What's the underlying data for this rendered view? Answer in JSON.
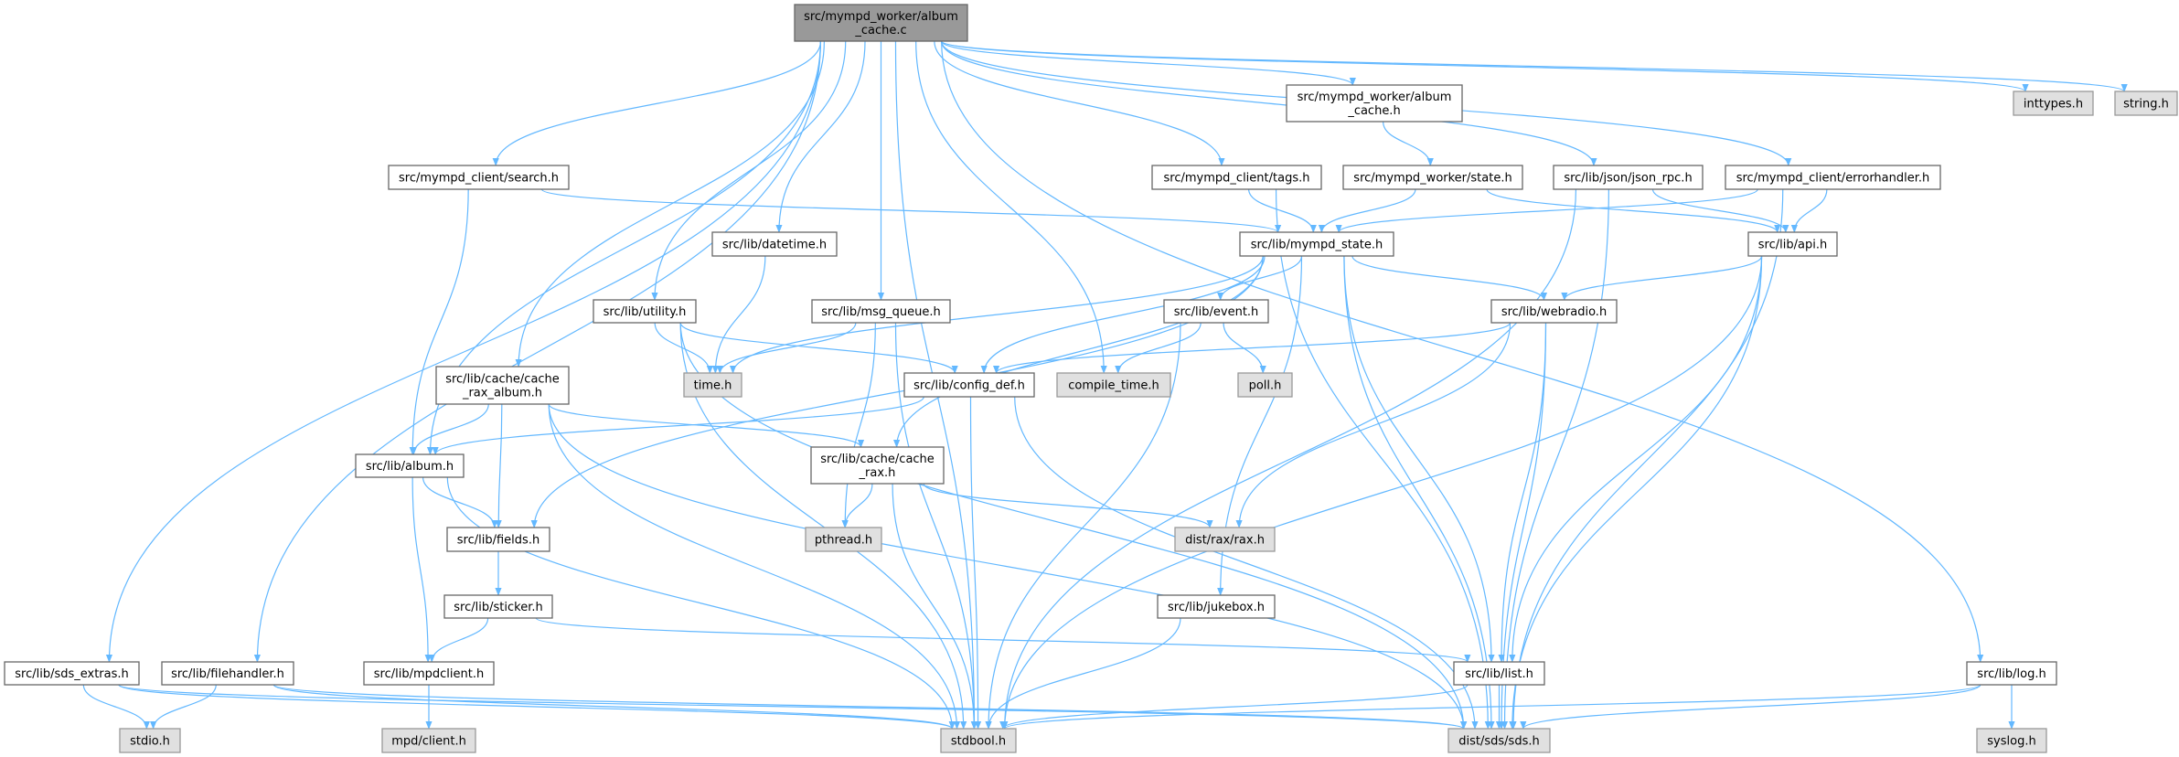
{
  "graph": {
    "title": "src/mympd_worker/album_cache.c include dependency graph",
    "colors": {
      "edge": "#63b8ff",
      "root_fill": "#999999",
      "root_border": "#666666",
      "node_fill": "#ffffff",
      "node_border": "#666666",
      "external_fill": "#e0e0e0",
      "external_border": "#999999"
    },
    "nodes": {
      "main": {
        "lines": [
          "src/mympd_worker/album",
          "_cache.c"
        ],
        "kind": "root"
      },
      "album_cache_h": {
        "lines": [
          "src/mympd_worker/album",
          "_cache.h"
        ],
        "kind": "file"
      },
      "inttypes": {
        "lines": [
          "inttypes.h"
        ],
        "kind": "external"
      },
      "string": {
        "lines": [
          "string.h"
        ],
        "kind": "external"
      },
      "search": {
        "lines": [
          "src/mympd_client/search.h"
        ],
        "kind": "file"
      },
      "tags": {
        "lines": [
          "src/mympd_client/tags.h"
        ],
        "kind": "file"
      },
      "wstate": {
        "lines": [
          "src/mympd_worker/state.h"
        ],
        "kind": "file"
      },
      "jsonrpc": {
        "lines": [
          "src/lib/json/json_rpc.h"
        ],
        "kind": "file"
      },
      "errh": {
        "lines": [
          "src/mympd_client/errorhandler.h"
        ],
        "kind": "file"
      },
      "datetime": {
        "lines": [
          "src/lib/datetime.h"
        ],
        "kind": "file"
      },
      "mstate": {
        "lines": [
          "src/lib/mympd_state.h"
        ],
        "kind": "file"
      },
      "api": {
        "lines": [
          "src/lib/api.h"
        ],
        "kind": "file"
      },
      "utility": {
        "lines": [
          "src/lib/utility.h"
        ],
        "kind": "file"
      },
      "msgq": {
        "lines": [
          "src/lib/msg_queue.h"
        ],
        "kind": "file"
      },
      "event": {
        "lines": [
          "src/lib/event.h"
        ],
        "kind": "file"
      },
      "webradio": {
        "lines": [
          "src/lib/webradio.h"
        ],
        "kind": "file"
      },
      "cra": {
        "lines": [
          "src/lib/cache/cache",
          "_rax_album.h"
        ],
        "kind": "file"
      },
      "time": {
        "lines": [
          "time.h"
        ],
        "kind": "external"
      },
      "config": {
        "lines": [
          "src/lib/config_def.h"
        ],
        "kind": "file"
      },
      "compile": {
        "lines": [
          "compile_time.h"
        ],
        "kind": "external"
      },
      "poll": {
        "lines": [
          "poll.h"
        ],
        "kind": "external"
      },
      "album": {
        "lines": [
          "src/lib/album.h"
        ],
        "kind": "file"
      },
      "crax": {
        "lines": [
          "src/lib/cache/cache",
          "_rax.h"
        ],
        "kind": "file"
      },
      "fields": {
        "lines": [
          "src/lib/fields.h"
        ],
        "kind": "file"
      },
      "pthread": {
        "lines": [
          "pthread.h"
        ],
        "kind": "external"
      },
      "rax": {
        "lines": [
          "dist/rax/rax.h"
        ],
        "kind": "external"
      },
      "sticker": {
        "lines": [
          "src/lib/sticker.h"
        ],
        "kind": "file"
      },
      "jukebox": {
        "lines": [
          "src/lib/jukebox.h"
        ],
        "kind": "file"
      },
      "sdsx": {
        "lines": [
          "src/lib/sds_extras.h"
        ],
        "kind": "file"
      },
      "fileh": {
        "lines": [
          "src/lib/filehandler.h"
        ],
        "kind": "file"
      },
      "mpdc": {
        "lines": [
          "src/lib/mpdclient.h"
        ],
        "kind": "file"
      },
      "list": {
        "lines": [
          "src/lib/list.h"
        ],
        "kind": "file"
      },
      "log": {
        "lines": [
          "src/lib/log.h"
        ],
        "kind": "file"
      },
      "stdio": {
        "lines": [
          "stdio.h"
        ],
        "kind": "external"
      },
      "mpdclient_ext": {
        "lines": [
          "mpd/client.h"
        ],
        "kind": "external"
      },
      "stdbool": {
        "lines": [
          "stdbool.h"
        ],
        "kind": "external"
      },
      "sds": {
        "lines": [
          "dist/sds/sds.h"
        ],
        "kind": "external"
      },
      "syslog": {
        "lines": [
          "syslog.h"
        ],
        "kind": "external"
      }
    },
    "edges": [
      [
        "main",
        "album_cache_h"
      ],
      [
        "main",
        "search"
      ],
      [
        "main",
        "datetime"
      ],
      [
        "main",
        "utility"
      ],
      [
        "main",
        "msgq"
      ],
      [
        "main",
        "cra"
      ],
      [
        "main",
        "tags"
      ],
      [
        "main",
        "jsonrpc"
      ],
      [
        "main",
        "errh"
      ],
      [
        "main",
        "compile"
      ],
      [
        "main",
        "inttypes"
      ],
      [
        "main",
        "string"
      ],
      [
        "main",
        "log"
      ],
      [
        "main",
        "sdsx"
      ],
      [
        "main",
        "fileh"
      ],
      [
        "main",
        "stdbool"
      ],
      [
        "main",
        "album"
      ],
      [
        "album_cache_h",
        "wstate"
      ],
      [
        "search",
        "album"
      ],
      [
        "search",
        "mstate"
      ],
      [
        "tags",
        "mstate"
      ],
      [
        "tags",
        "sds"
      ],
      [
        "wstate",
        "mstate"
      ],
      [
        "wstate",
        "api"
      ],
      [
        "jsonrpc",
        "api"
      ],
      [
        "jsonrpc",
        "sds"
      ],
      [
        "jsonrpc",
        "stdbool"
      ],
      [
        "errh",
        "mstate"
      ],
      [
        "errh",
        "api"
      ],
      [
        "errh",
        "sds"
      ],
      [
        "datetime",
        "time"
      ],
      [
        "mstate",
        "time"
      ],
      [
        "mstate",
        "config"
      ],
      [
        "mstate",
        "fields"
      ],
      [
        "mstate",
        "crax"
      ],
      [
        "mstate",
        "event"
      ],
      [
        "mstate",
        "webradio"
      ],
      [
        "mstate",
        "jukebox"
      ],
      [
        "mstate",
        "list"
      ],
      [
        "mstate",
        "sds"
      ],
      [
        "api",
        "webradio"
      ],
      [
        "api",
        "list"
      ],
      [
        "api",
        "sds"
      ],
      [
        "api",
        "stdbool"
      ],
      [
        "utility",
        "time"
      ],
      [
        "utility",
        "config"
      ],
      [
        "utility",
        "stdbool"
      ],
      [
        "utility",
        "sds"
      ],
      [
        "msgq",
        "time"
      ],
      [
        "msgq",
        "pthread"
      ],
      [
        "msgq",
        "stdbool"
      ],
      [
        "event",
        "compile"
      ],
      [
        "event",
        "poll"
      ],
      [
        "event",
        "stdbool"
      ],
      [
        "webradio",
        "config"
      ],
      [
        "webradio",
        "rax"
      ],
      [
        "webradio",
        "list"
      ],
      [
        "webradio",
        "sds"
      ],
      [
        "cra",
        "album"
      ],
      [
        "cra",
        "fields"
      ],
      [
        "cra",
        "crax"
      ],
      [
        "cra",
        "stdbool"
      ],
      [
        "cra",
        "sds"
      ],
      [
        "config",
        "album"
      ],
      [
        "config",
        "stdbool"
      ],
      [
        "config",
        "sds"
      ],
      [
        "crax",
        "pthread"
      ],
      [
        "crax",
        "rax"
      ],
      [
        "crax",
        "stdbool"
      ],
      [
        "album",
        "fields"
      ],
      [
        "album",
        "mpdc"
      ],
      [
        "album",
        "stdbool"
      ],
      [
        "fields",
        "sticker"
      ],
      [
        "sticker",
        "mpdc"
      ],
      [
        "sticker",
        "list"
      ],
      [
        "mpdc",
        "mpdclient_ext"
      ],
      [
        "jukebox",
        "stdbool"
      ],
      [
        "list",
        "stdbool"
      ],
      [
        "list",
        "sds"
      ],
      [
        "log",
        "syslog"
      ],
      [
        "log",
        "stdbool"
      ],
      [
        "log",
        "sds"
      ],
      [
        "sdsx",
        "stdio"
      ],
      [
        "sdsx",
        "stdbool"
      ],
      [
        "sdsx",
        "sds"
      ],
      [
        "fileh",
        "stdio"
      ],
      [
        "fileh",
        "stdbool"
      ],
      [
        "fileh",
        "sds"
      ]
    ]
  }
}
